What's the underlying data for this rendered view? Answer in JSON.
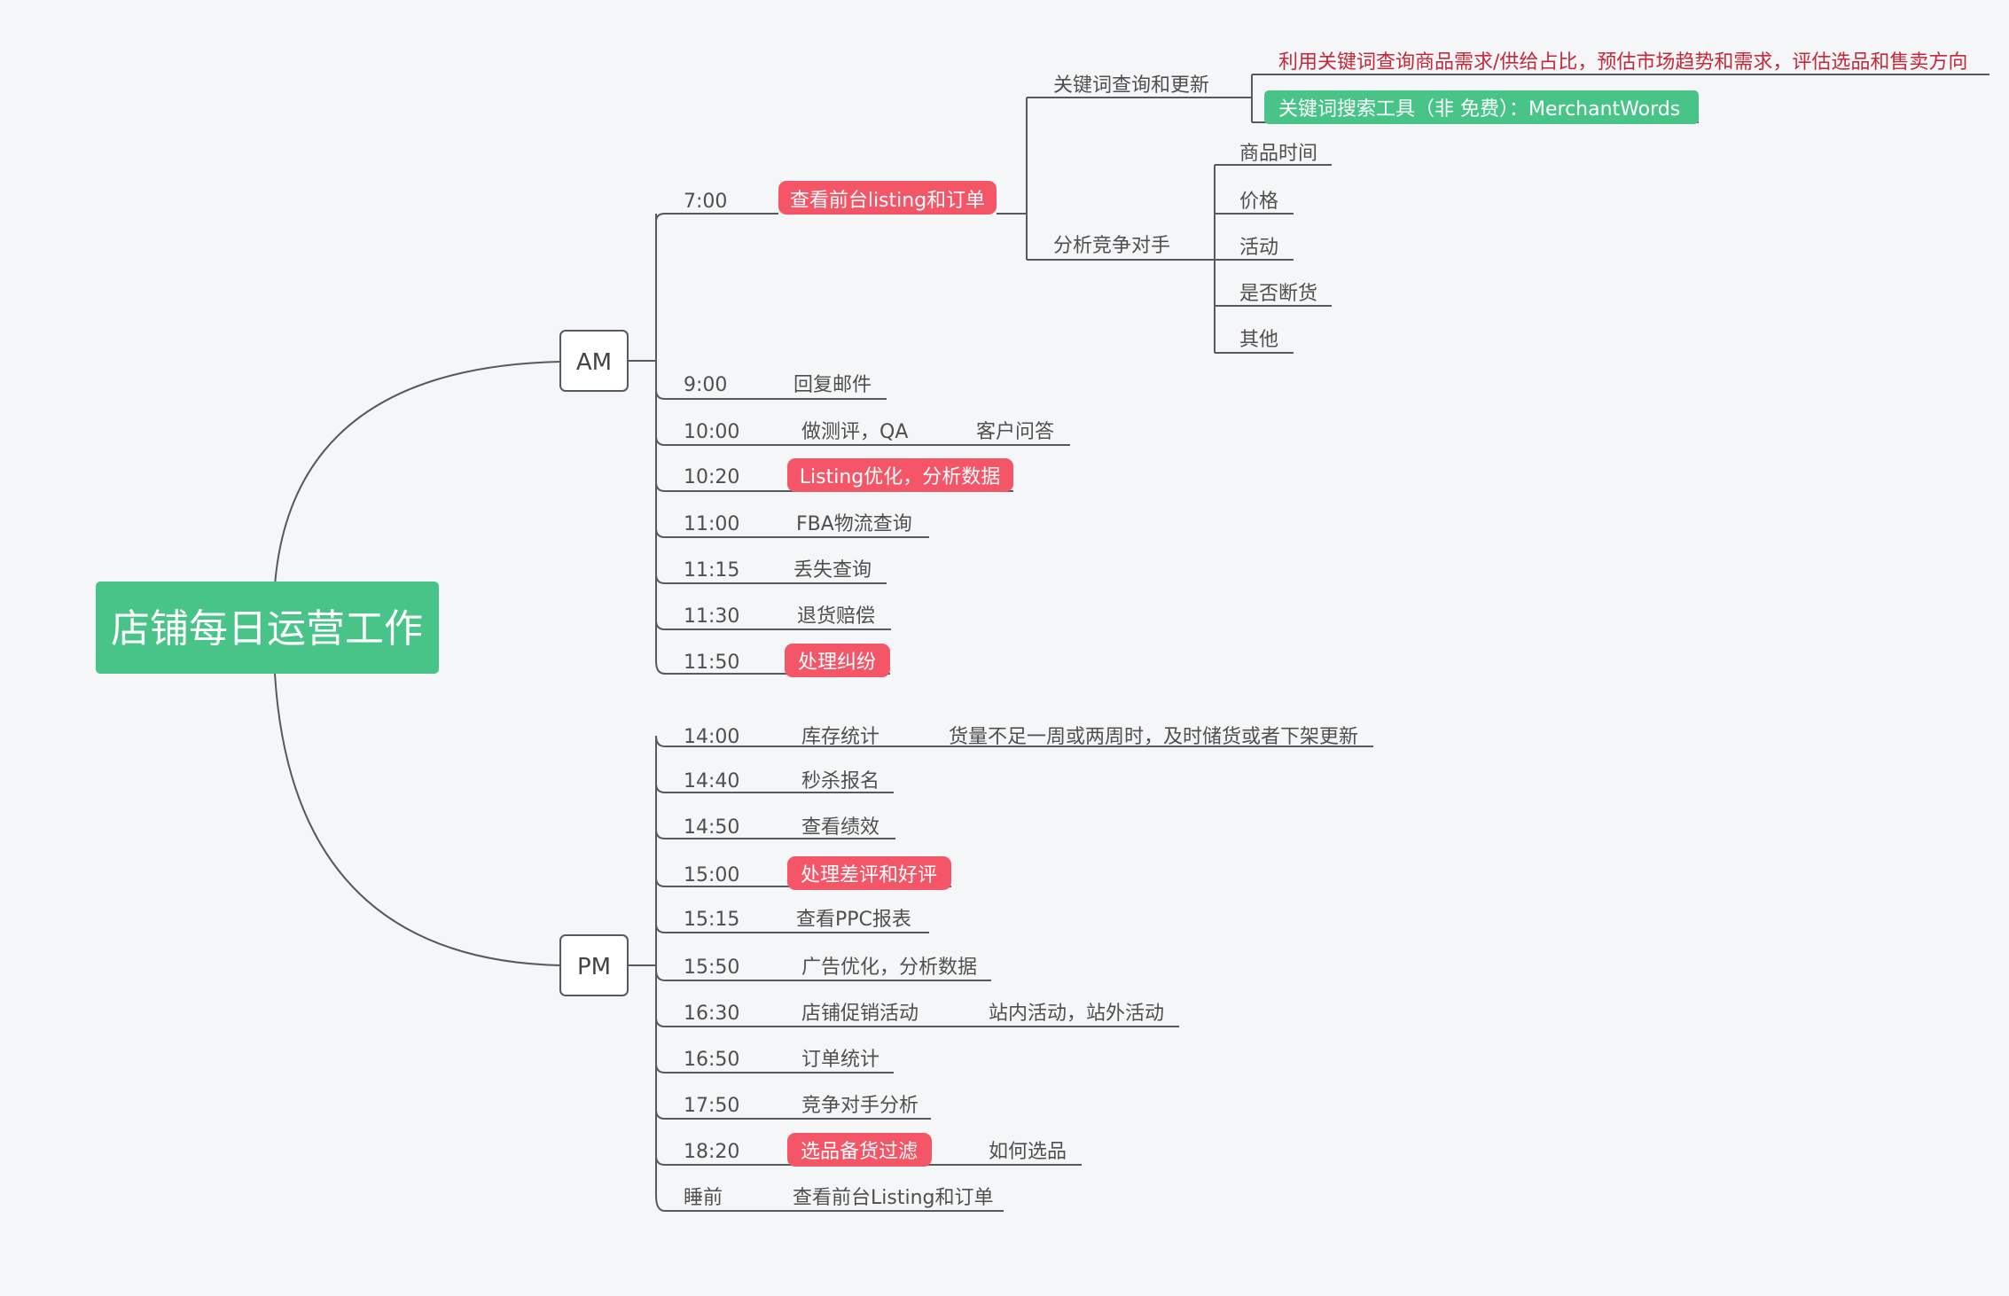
{
  "root": {
    "label": "店铺每日运营工作",
    "color": "#48c488"
  },
  "branches": {
    "am": "AM",
    "pm": "PM"
  },
  "colors": {
    "highlight": "#f55667",
    "tool": "#48c488",
    "note": "#c6283a",
    "line": "#555a60",
    "background": "#f5f6f7"
  },
  "am": {
    "r700": {
      "time": "7:00",
      "task": "查看前台listing和订单",
      "keyword": {
        "label": "关键词查询和更新",
        "note": "利用关键词查询商品需求/供给占比，预估市场趋势和需求，评估选品和售卖方向",
        "tool": "关键词搜索工具（非 免费）：MerchantWords"
      },
      "competitor": {
        "label": "分析竞争对手",
        "items": [
          "商品时间",
          "价格",
          "活动",
          "是否断货",
          "其他"
        ]
      }
    },
    "rows": [
      {
        "time": "9:00",
        "task": "回复邮件"
      },
      {
        "time": "10:00",
        "task": "做测评，QA",
        "extra": "客户问答"
      },
      {
        "time": "10:20",
        "task": "Listing优化，分析数据"
      },
      {
        "time": "11:00",
        "task": "FBA物流查询"
      },
      {
        "time": "11:15",
        "task": "丢失查询"
      },
      {
        "time": "11:30",
        "task": "退货赔偿"
      },
      {
        "time": "11:50",
        "task": "处理纠纷"
      }
    ]
  },
  "pm": {
    "rows": [
      {
        "time": "14:00",
        "task": "库存统计",
        "extra": "货量不足一周或两周时，及时储货或者下架更新"
      },
      {
        "time": "14:40",
        "task": "秒杀报名"
      },
      {
        "time": "14:50",
        "task": "查看绩效"
      },
      {
        "time": "15:00",
        "task": "处理差评和好评"
      },
      {
        "time": "15:15",
        "task": "查看PPC报表"
      },
      {
        "time": "15:50",
        "task": "广告优化，分析数据"
      },
      {
        "time": "16:30",
        "task": "店铺促销活动",
        "extra": "站内活动，站外活动"
      },
      {
        "time": "16:50",
        "task": "订单统计"
      },
      {
        "time": "17:50",
        "task": "竞争对手分析"
      },
      {
        "time": "18:20",
        "task": "选品备货过滤",
        "extra": "如何选品"
      },
      {
        "time": "睡前",
        "task": "查看前台Listing和订单"
      }
    ]
  }
}
